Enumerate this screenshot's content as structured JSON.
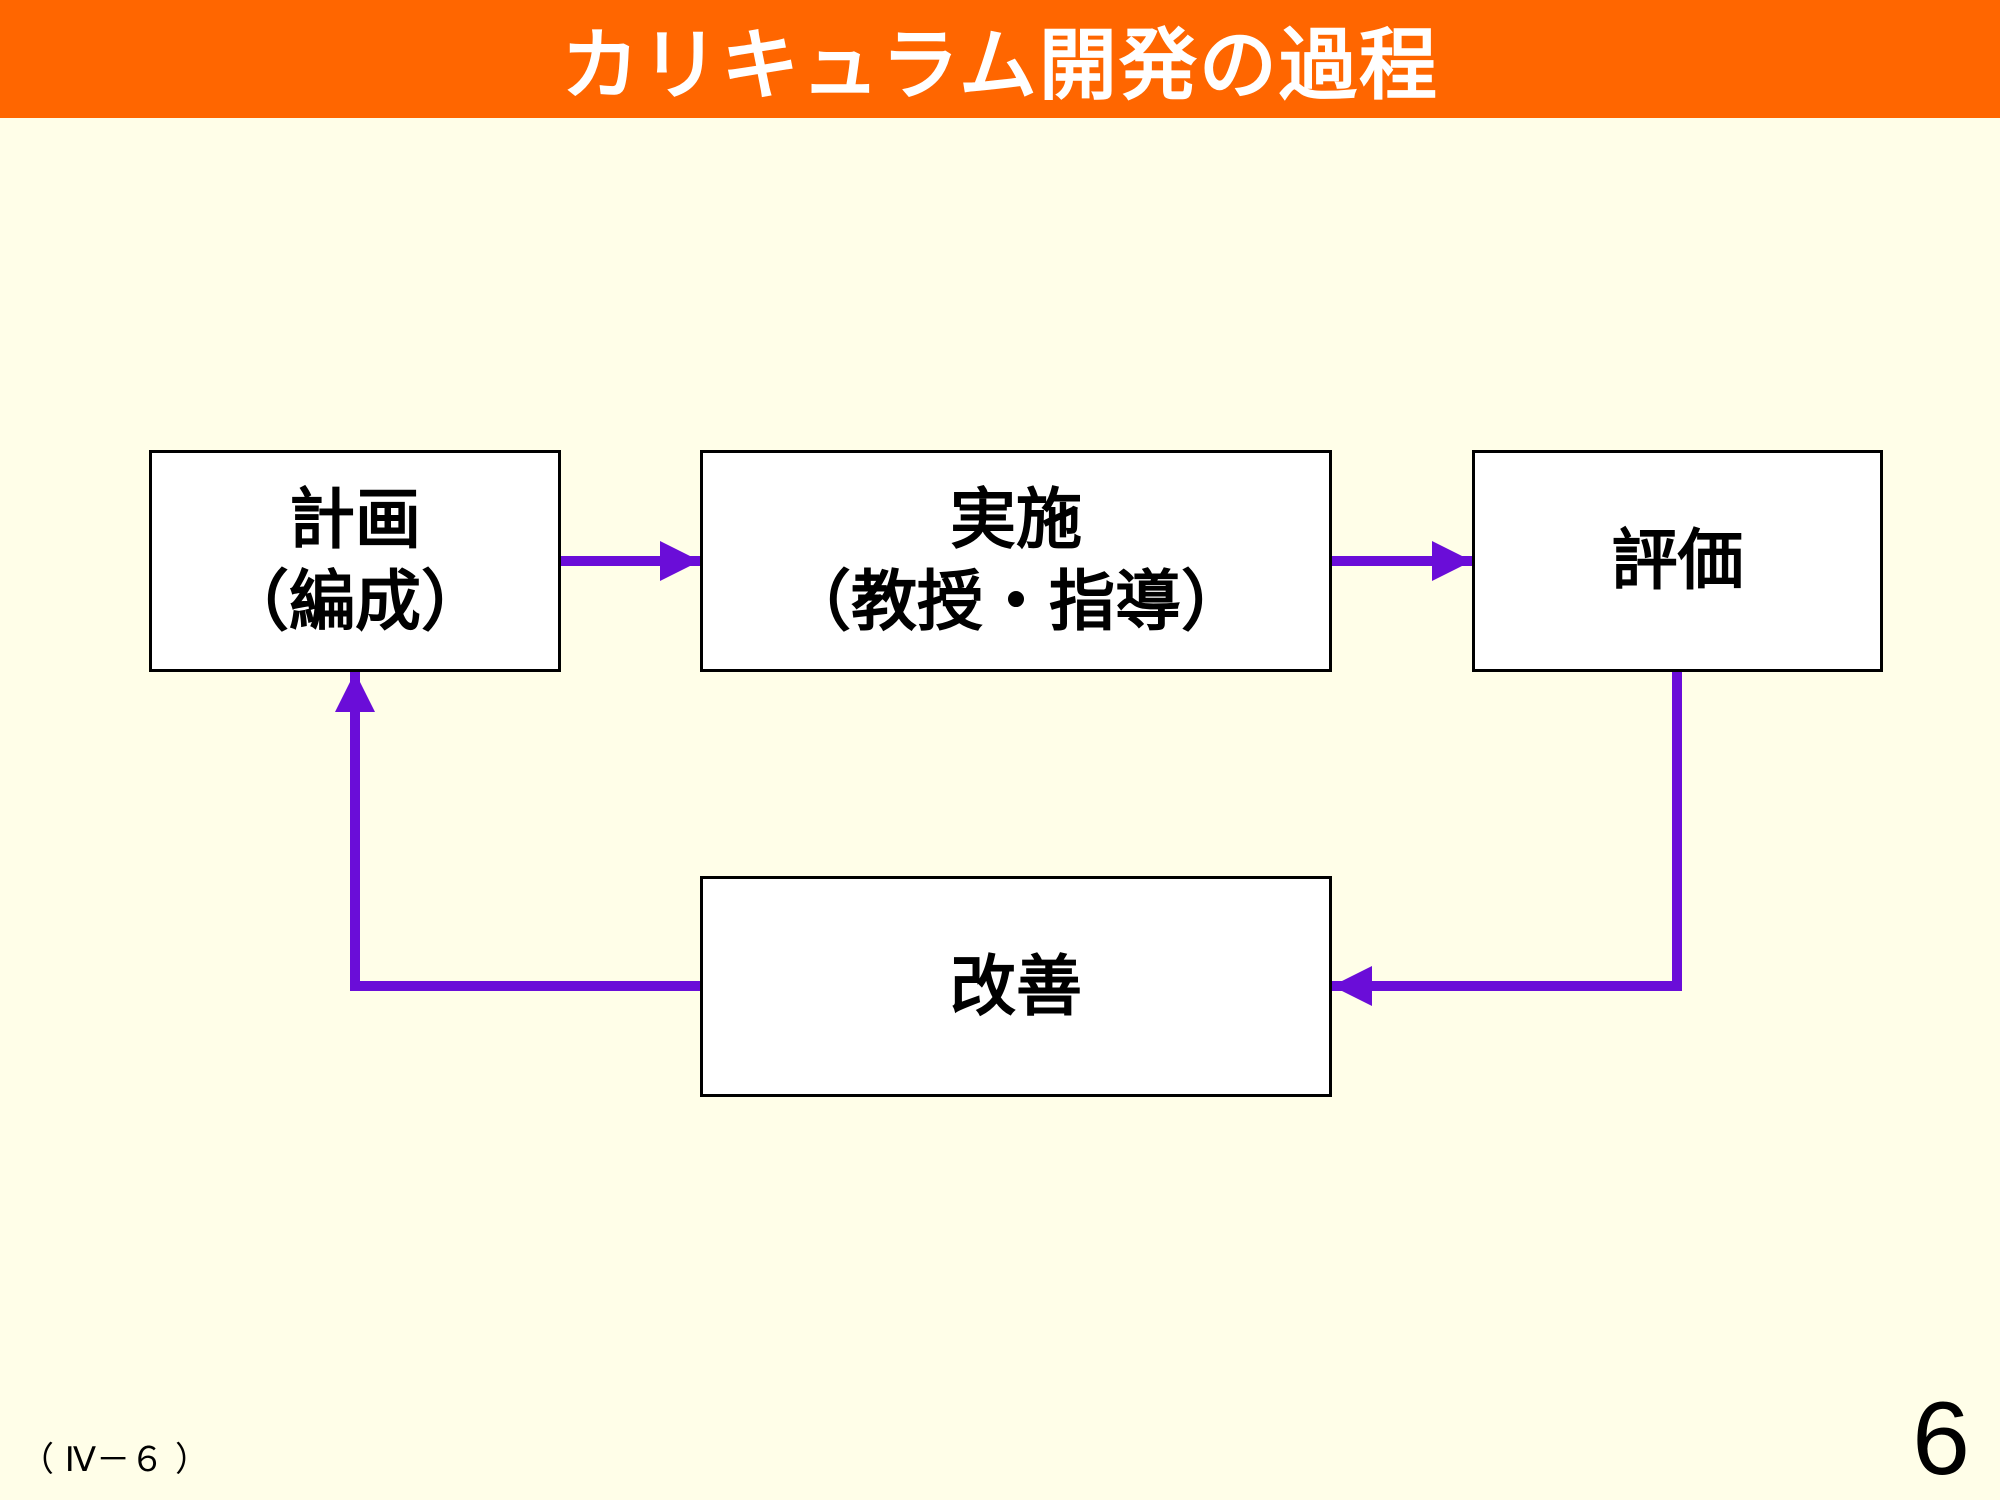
{
  "title": "カリキュラム開発の過程",
  "boxes": {
    "plan": {
      "line1": "計画",
      "line2": "（編成）"
    },
    "implementation": {
      "line1": "実施",
      "line2": "（教授・指導）"
    },
    "evaluation": {
      "line1": "評価"
    },
    "improvement": {
      "line1": "改善"
    }
  },
  "footer": {
    "section_label": "（ Ⅳ－６ ）",
    "page_number": "6"
  },
  "colors": {
    "title_bar": "#FF6600",
    "arrow": "#6A0DD8",
    "background": "#FFFEE8"
  }
}
